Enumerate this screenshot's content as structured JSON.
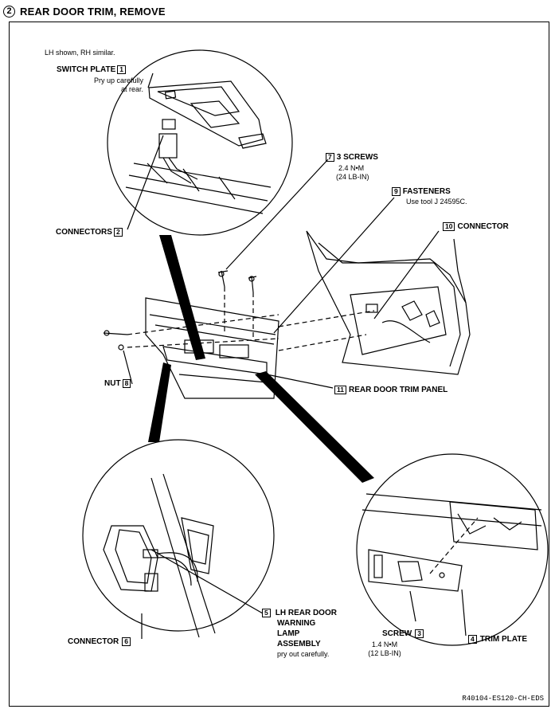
{
  "header": {
    "step": "2",
    "title": "REAR DOOR TRIM, REMOVE"
  },
  "note": "LH shown, RH similar.",
  "callouts": {
    "switch_plate": {
      "label": "SWITCH PLATE",
      "num": "1",
      "sub1": "Pry up carefully",
      "sub2": "at rear."
    },
    "connectors": {
      "label": "CONNECTORS",
      "num": "2"
    },
    "screws3": {
      "label": "3 SCREWS",
      "num": "7",
      "sub1": "2.4 N•M",
      "sub2": "(24 LB-IN)"
    },
    "fasteners": {
      "label": "FASTENERS",
      "num": "9",
      "sub1": "Use  tool J 24595C."
    },
    "connector10": {
      "label": "CONNECTOR",
      "num": "10"
    },
    "nut": {
      "label": "NUT",
      "num": "8"
    },
    "trim_panel": {
      "label": "REAR DOOR TRIM PANEL",
      "num": "11"
    },
    "warning_lamp": {
      "num": "5",
      "line1": "LH REAR DOOR",
      "line2": "WARNING",
      "line3": "LAMP",
      "line4": "ASSEMBLY",
      "sub": "pry out carefully."
    },
    "connector6": {
      "label": "CONNECTOR",
      "num": "6"
    },
    "screw": {
      "label": "SCREW",
      "num": "3",
      "sub1": "1.4 N•M",
      "sub2": "(12 LB-IN)"
    },
    "trim_plate": {
      "label": "TRIM PLATE",
      "num": "4"
    }
  },
  "reference": "R40104-ES120-CH-EDS"
}
